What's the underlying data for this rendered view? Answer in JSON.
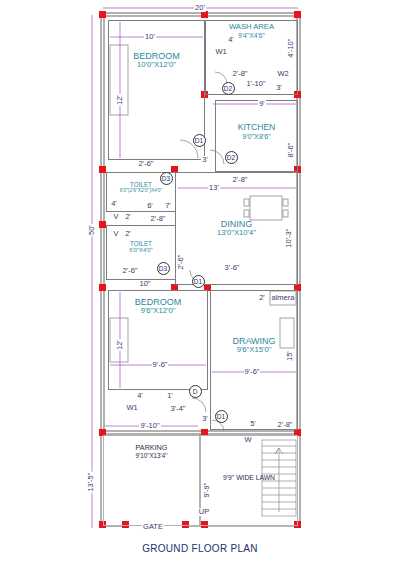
{
  "diagram": {
    "caption": "GROUND FLOOR PLAN",
    "nodes": [
      {
        "text": [
          "BEDROOM",
          "10'0\"X12'0\""
        ]
      },
      {
        "text": [
          "WASH AREA",
          "9'4\"X4'6\""
        ]
      },
      {
        "text": [
          "KITCHEN",
          "9'0\"X8'6\""
        ]
      },
      {
        "text": [
          "TOILET",
          "6'0\"(2'6\"X2'0\")X4'0\""
        ]
      },
      {
        "text": [
          "DINING",
          "13'0\"X10'4\""
        ]
      },
      {
        "text": [
          "TOILET",
          "6'0\"X4'0\""
        ]
      },
      {
        "text": [
          "BEDROOM",
          "9'6\"X12'0\""
        ]
      },
      {
        "text": [
          "DRAWING",
          "9'6\"X15'0\""
        ]
      },
      {
        "text": [
          "PARKING",
          "9'10\"X13'4\""
        ]
      },
      {
        "text": [
          "9'9\" WIDE LAWN"
        ]
      }
    ],
    "labels": [
      "20'",
      "10'",
      "4'-10\"",
      "W1",
      "4'",
      "W2",
      "2'-8\"",
      "D2",
      "1'-10\"",
      "3'",
      "9'",
      "8'-6\"",
      "12'",
      "D1",
      "3'",
      "D2",
      "2'-8\"",
      "2'-6\"",
      "D3",
      "4'",
      "6'",
      "7'",
      "V",
      "2'",
      "2'-8\"",
      "2'",
      "V",
      "13'",
      "10'-3\"",
      "D3",
      "2'-6\"",
      "10\"",
      "2'-6\"",
      "3'-6\"",
      "D1",
      "2'",
      "almera",
      "12'",
      "9'-6\"",
      "9'-6\"",
      "15'",
      "4'",
      "1'",
      "D",
      "W1",
      "3'-4\"",
      "3'",
      "D1",
      "5'",
      "2'-8\"",
      "W",
      "50'",
      "9'-10\"",
      "13'-5\"",
      "9'-9\"",
      "UP",
      "GATE"
    ]
  }
}
